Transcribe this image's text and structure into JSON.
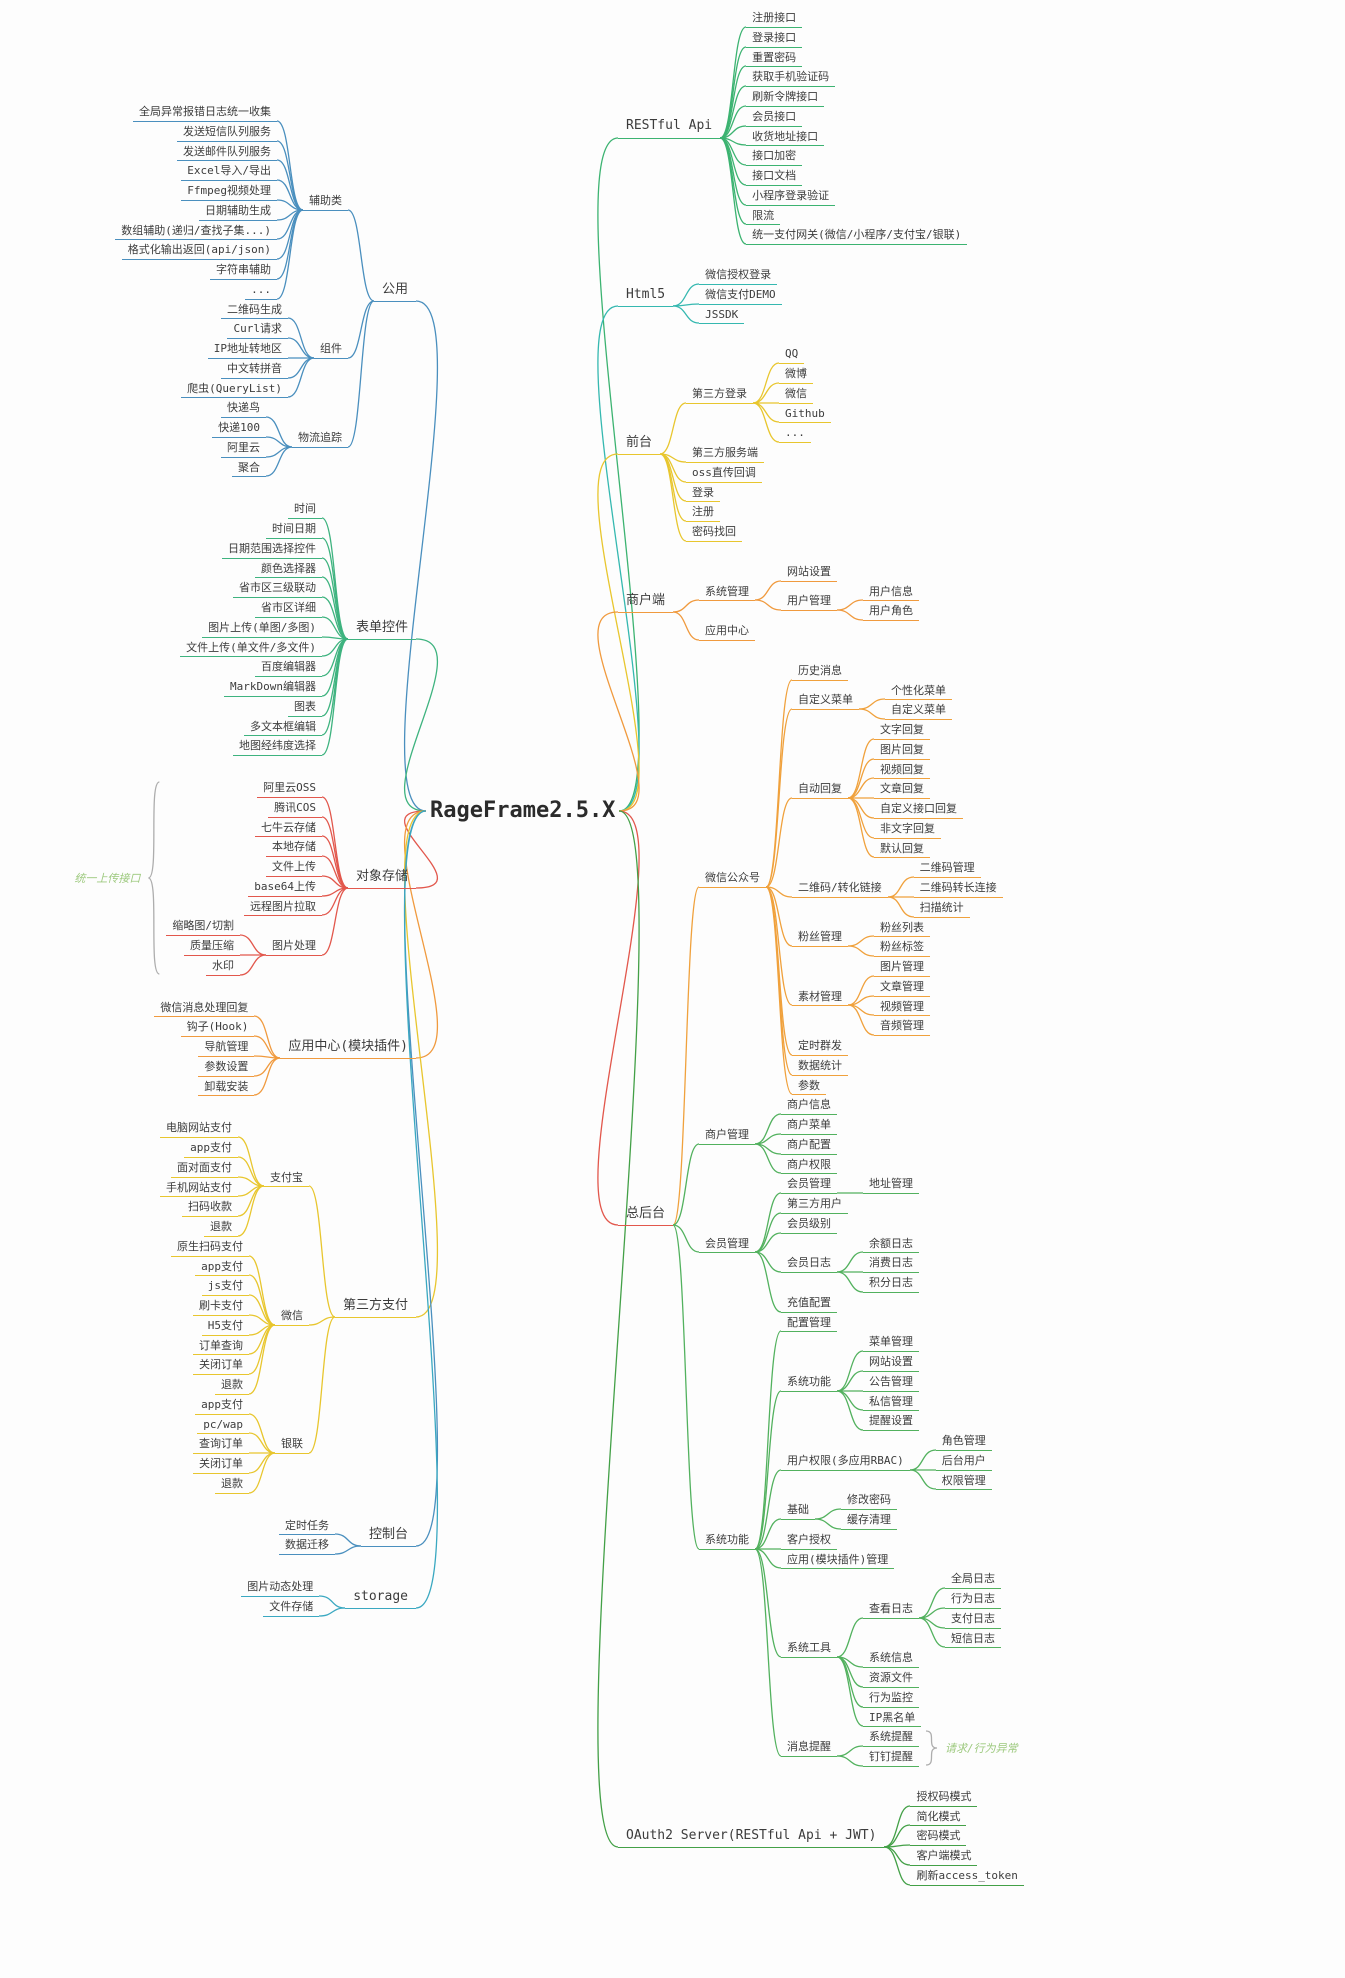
{
  "root": {
    "label": "RageFrame2.5.X"
  },
  "annotation_color": "#9dc97e",
  "left": [
    {
      "label": "公用",
      "color": "#4a8fbe",
      "children": [
        {
          "label": "辅助类",
          "children": [
            {
              "label": "全局异常报错日志统一收集"
            },
            {
              "label": "发送短信队列服务"
            },
            {
              "label": "发送邮件队列服务"
            },
            {
              "label": "Excel导入/导出"
            },
            {
              "label": "Ffmpeg视频处理"
            },
            {
              "label": "日期辅助生成"
            },
            {
              "label": "数组辅助(递归/查找子集...)"
            },
            {
              "label": "格式化输出返回(api/json)"
            },
            {
              "label": "字符串辅助"
            },
            {
              "label": "..."
            }
          ]
        },
        {
          "label": "组件",
          "children": [
            {
              "label": "二维码生成"
            },
            {
              "label": "Curl请求"
            },
            {
              "label": "IP地址转地区"
            },
            {
              "label": "中文转拼音"
            },
            {
              "label": "爬虫(QueryList)"
            }
          ]
        },
        {
          "label": "物流追踪",
          "children": [
            {
              "label": "快递鸟"
            },
            {
              "label": "快递100"
            },
            {
              "label": "阿里云"
            },
            {
              "label": "聚合"
            }
          ]
        }
      ]
    },
    {
      "label": "表单控件",
      "color": "#3eb37f",
      "children": [
        {
          "label": "时间"
        },
        {
          "label": "时间日期"
        },
        {
          "label": "日期范围选择控件"
        },
        {
          "label": "颜色选择器"
        },
        {
          "label": "省市区三级联动"
        },
        {
          "label": "省市区详细"
        },
        {
          "label": "图片上传(单图/多图)"
        },
        {
          "label": "文件上传(单文件/多文件)"
        },
        {
          "label": "百度编辑器"
        },
        {
          "label": "MarkDown编辑器"
        },
        {
          "label": "图表"
        },
        {
          "label": "多文本框编辑"
        },
        {
          "label": "地图经纬度选择"
        }
      ]
    },
    {
      "label": "对象存储",
      "color": "#e2574c",
      "annotation": {
        "label": "统一上传接口"
      },
      "children": [
        {
          "label": "阿里云OSS"
        },
        {
          "label": "腾讯COS"
        },
        {
          "label": "七牛云存储"
        },
        {
          "label": "本地存储"
        },
        {
          "label": "文件上传"
        },
        {
          "label": "base64上传"
        },
        {
          "label": "远程图片拉取"
        },
        {
          "label": "图片处理",
          "children": [
            {
              "label": "缩略图/切割"
            },
            {
              "label": "质量压缩"
            },
            {
              "label": "水印"
            }
          ]
        }
      ]
    },
    {
      "label": "应用中心(模块插件)",
      "color": "#f09a3e",
      "children": [
        {
          "label": "微信消息处理回复"
        },
        {
          "label": "钩子(Hook)"
        },
        {
          "label": "导航管理"
        },
        {
          "label": "参数设置"
        },
        {
          "label": "卸载安装"
        }
      ]
    },
    {
      "label": "第三方支付",
      "color": "#e8c62e",
      "children": [
        {
          "label": "支付宝",
          "children": [
            {
              "label": "电脑网站支付"
            },
            {
              "label": "app支付"
            },
            {
              "label": "面对面支付"
            },
            {
              "label": "手机网站支付"
            },
            {
              "label": "扫码收款"
            },
            {
              "label": "退款"
            }
          ]
        },
        {
          "label": "微信",
          "children": [
            {
              "label": "原生扫码支付"
            },
            {
              "label": "app支付"
            },
            {
              "label": "js支付"
            },
            {
              "label": "刷卡支付"
            },
            {
              "label": "H5支付"
            },
            {
              "label": "订单查询"
            },
            {
              "label": "关闭订单"
            },
            {
              "label": "退款"
            }
          ]
        },
        {
          "label": "银联",
          "children": [
            {
              "label": "app支付"
            },
            {
              "label": "pc/wap"
            },
            {
              "label": "查询订单"
            },
            {
              "label": "关闭订单"
            },
            {
              "label": "退款"
            }
          ]
        }
      ]
    },
    {
      "label": "控制台",
      "color": "#4a8fbe",
      "children": [
        {
          "label": "定时任务"
        },
        {
          "label": "数据迁移"
        }
      ]
    },
    {
      "label": "storage",
      "color": "#3aa8c1",
      "children": [
        {
          "label": "图片动态处理"
        },
        {
          "label": "文件存储"
        }
      ]
    }
  ],
  "right": [
    {
      "label": "RESTful Api",
      "color": "#3cb371",
      "children": [
        {
          "label": "注册接口"
        },
        {
          "label": "登录接口"
        },
        {
          "label": "重置密码"
        },
        {
          "label": "获取手机验证码"
        },
        {
          "label": "刷新令牌接口"
        },
        {
          "label": "会员接口"
        },
        {
          "label": "收货地址接口"
        },
        {
          "label": "接口加密"
        },
        {
          "label": "接口文档"
        },
        {
          "label": "小程序登录验证"
        },
        {
          "label": "限流"
        },
        {
          "label": "统一支付网关(微信/小程序/支付宝/银联)"
        }
      ]
    },
    {
      "label": "Html5",
      "color": "#35b8b0",
      "children": [
        {
          "label": "微信授权登录"
        },
        {
          "label": "微信支付DEMO"
        },
        {
          "label": "JSSDK"
        }
      ]
    },
    {
      "label": "前台",
      "color": "#e8c62e",
      "children": [
        {
          "label": "第三方登录",
          "children": [
            {
              "label": "QQ"
            },
            {
              "label": "微博"
            },
            {
              "label": "微信"
            },
            {
              "label": "Github"
            },
            {
              "label": "..."
            }
          ]
        },
        {
          "label": "第三方服务端"
        },
        {
          "label": "oss直传回调"
        },
        {
          "label": "登录"
        },
        {
          "label": "注册"
        },
        {
          "label": "密码找回"
        }
      ]
    },
    {
      "label": "商户端",
      "color": "#f09a3e",
      "children": [
        {
          "label": "系统管理",
          "children": [
            {
              "label": "网站设置"
            },
            {
              "label": "用户管理",
              "children": [
                {
                  "label": "用户信息"
                },
                {
                  "label": "用户角色"
                }
              ]
            }
          ]
        },
        {
          "label": "应用中心"
        }
      ]
    },
    {
      "label": "总后台",
      "color": "#e2574c",
      "children": [
        {
          "label": "微信公众号",
          "color": "#f0a13c",
          "children": [
            {
              "label": "历史消息"
            },
            {
              "label": "自定义菜单",
              "children": [
                {
                  "label": "个性化菜单"
                },
                {
                  "label": "自定义菜单"
                }
              ]
            },
            {
              "label": "自动回复",
              "children": [
                {
                  "label": "文字回复"
                },
                {
                  "label": "图片回复"
                },
                {
                  "label": "视频回复"
                },
                {
                  "label": "文章回复"
                },
                {
                  "label": "自定义接口回复"
                },
                {
                  "label": "非文字回复"
                },
                {
                  "label": "默认回复"
                }
              ]
            },
            {
              "label": "二维码/转化链接",
              "children": [
                {
                  "label": "二维码管理"
                },
                {
                  "label": "二维码转长连接"
                },
                {
                  "label": "扫描统计"
                }
              ]
            },
            {
              "label": "粉丝管理",
              "children": [
                {
                  "label": "粉丝列表"
                },
                {
                  "label": "粉丝标签"
                }
              ]
            },
            {
              "label": "素材管理",
              "children": [
                {
                  "label": "图片管理"
                },
                {
                  "label": "文章管理"
                },
                {
                  "label": "视频管理"
                },
                {
                  "label": "音频管理"
                }
              ]
            },
            {
              "label": "定时群发"
            },
            {
              "label": "数据统计"
            },
            {
              "label": "参数"
            }
          ]
        },
        {
          "label": "商户管理",
          "color": "#52b15e",
          "children": [
            {
              "label": "商户信息"
            },
            {
              "label": "商户菜单"
            },
            {
              "label": "商户配置"
            },
            {
              "label": "商户权限"
            }
          ]
        },
        {
          "label": "会员管理",
          "color": "#52b15e",
          "children": [
            {
              "label": "会员管理",
              "children": [
                {
                  "label": "地址管理"
                }
              ]
            },
            {
              "label": "第三方用户"
            },
            {
              "label": "会员级别"
            },
            {
              "label": "会员日志",
              "children": [
                {
                  "label": "余额日志"
                },
                {
                  "label": "消费日志"
                },
                {
                  "label": "积分日志"
                }
              ]
            },
            {
              "label": "充值配置"
            }
          ]
        },
        {
          "label": "系统功能",
          "color": "#52b15e",
          "children": [
            {
              "label": "配置管理"
            },
            {
              "label": "系统功能",
              "children": [
                {
                  "label": "菜单管理"
                },
                {
                  "label": "网站设置"
                },
                {
                  "label": "公告管理"
                },
                {
                  "label": "私信管理"
                },
                {
                  "label": "提醒设置"
                }
              ]
            },
            {
              "label": "用户权限(多应用RBAC)",
              "children": [
                {
                  "label": "角色管理"
                },
                {
                  "label": "后台用户"
                },
                {
                  "label": "权限管理"
                }
              ]
            },
            {
              "label": "基础",
              "children": [
                {
                  "label": "修改密码"
                },
                {
                  "label": "缓存清理"
                }
              ]
            },
            {
              "label": "客户授权"
            },
            {
              "label": "应用(模块插件)管理"
            },
            {
              "label": "系统工具",
              "children": [
                {
                  "label": "查看日志",
                  "children": [
                    {
                      "label": "全局日志"
                    },
                    {
                      "label": "行为日志"
                    },
                    {
                      "label": "支付日志"
                    },
                    {
                      "label": "短信日志"
                    }
                  ]
                },
                {
                  "label": "系统信息"
                },
                {
                  "label": "资源文件"
                },
                {
                  "label": "行为监控"
                },
                {
                  "label": "IP黑名单"
                }
              ]
            },
            {
              "label": "消息提醒",
              "annotation": {
                "label": "请求/行为异常"
              },
              "children": [
                {
                  "label": "系统提醒"
                },
                {
                  "label": "钉钉提醒"
                }
              ]
            }
          ]
        }
      ]
    },
    {
      "label": "OAuth2 Server(RESTful Api + JWT)",
      "color": "#43a047",
      "children": [
        {
          "label": "授权码模式"
        },
        {
          "label": "简化模式"
        },
        {
          "label": "密码模式"
        },
        {
          "label": "客户端模式"
        },
        {
          "label": "刷新access_token"
        }
      ]
    }
  ]
}
